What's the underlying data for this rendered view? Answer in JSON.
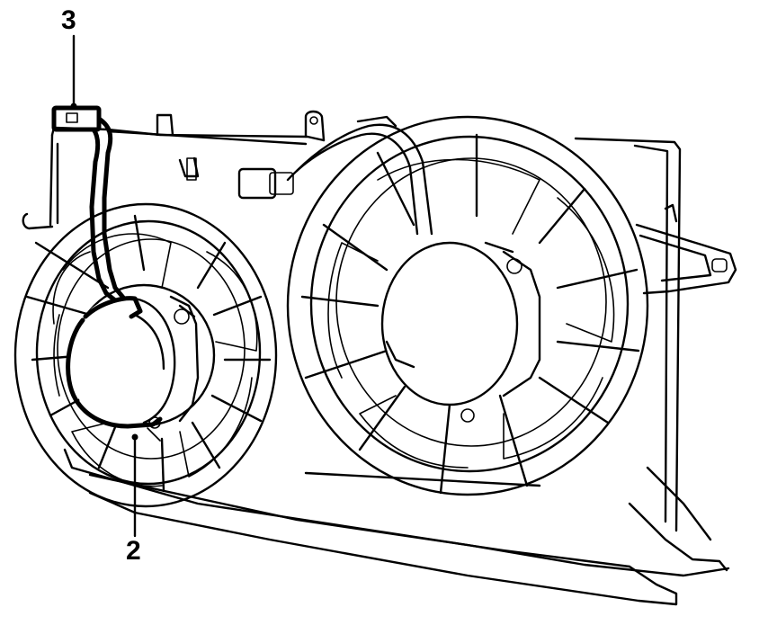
{
  "callouts": [
    {
      "id": "3",
      "label": "3",
      "part": "harness-connector"
    },
    {
      "id": "2",
      "label": "2",
      "part": "fan-motor"
    }
  ]
}
